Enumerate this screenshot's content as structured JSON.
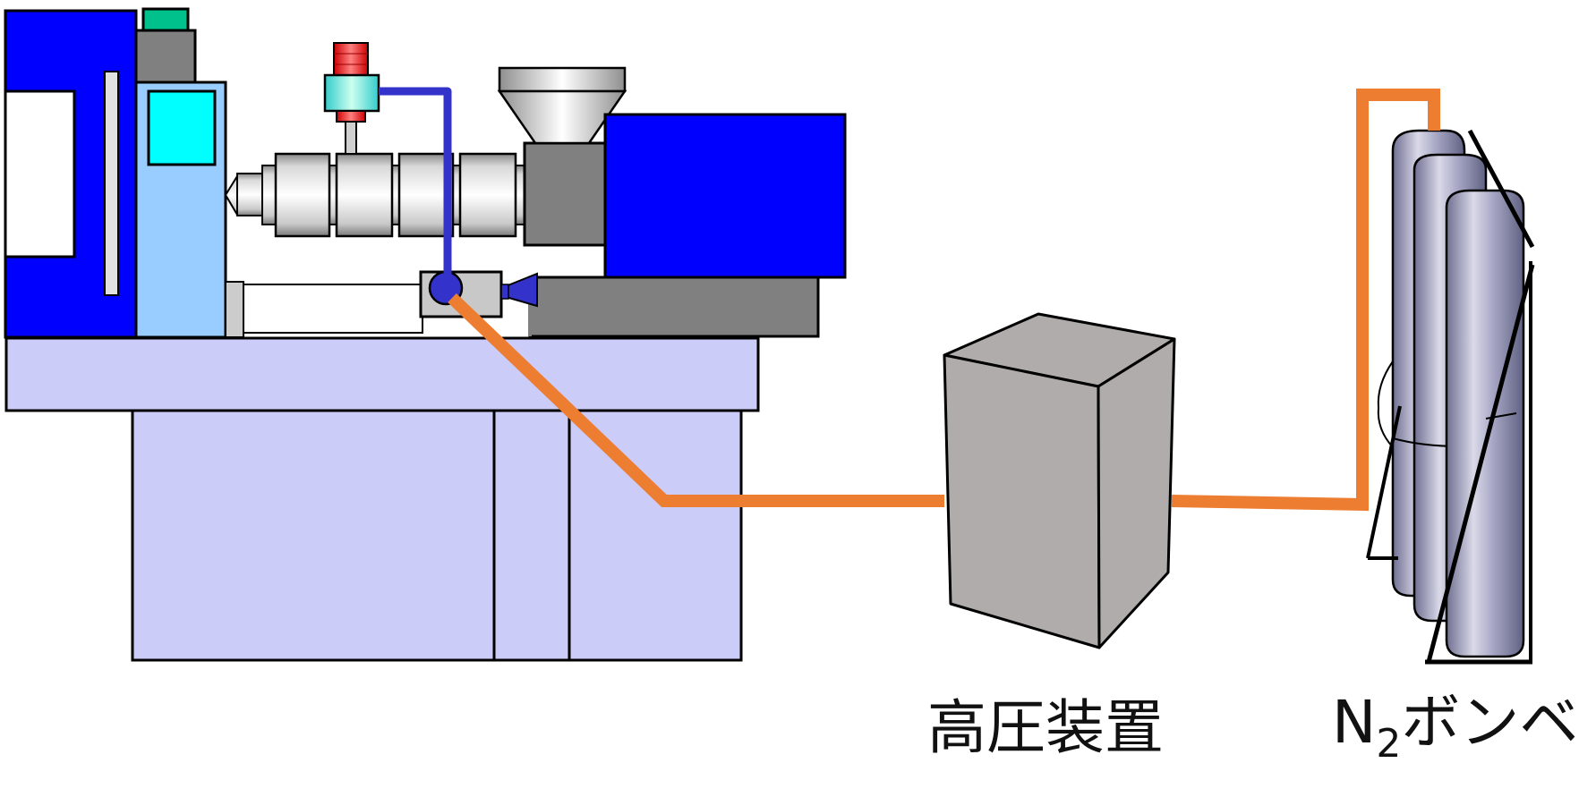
{
  "labels": {
    "high_pressure_unit": "高圧装置",
    "n2_prefix": "N",
    "n2_subscript": "2",
    "n2_suffix": "ボンベ"
  },
  "colors": {
    "machine_blue": "#0000ff",
    "base_lavender": "#ccccf9",
    "panel_lightblue": "#99ccff",
    "screen_cyan": "#00ffff",
    "gas_line_orange": "#ed7d31",
    "injection_line_blue": "#3333cc",
    "valve_red": "#ff3333",
    "indicator_green": "#00c08b",
    "unit_gray": "#b0acac",
    "housing_gray": "#808080",
    "cylinder_body": "#a7a7c4"
  }
}
